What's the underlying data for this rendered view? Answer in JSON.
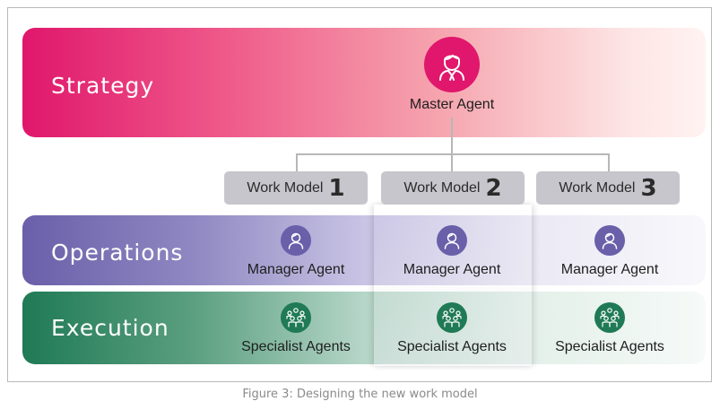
{
  "bands": {
    "strategy": "Strategy",
    "operations": "Operations",
    "execution": "Execution"
  },
  "master": {
    "label": "Master Agent",
    "icon": "person-icon"
  },
  "work_models": [
    {
      "label": "Work Model",
      "number": "1"
    },
    {
      "label": "Work Model",
      "number": "2"
    },
    {
      "label": "Work Model",
      "number": "3"
    }
  ],
  "managers": [
    {
      "label": "Manager Agent",
      "icon": "person-icon"
    },
    {
      "label": "Manager Agent",
      "icon": "person-icon"
    },
    {
      "label": "Manager Agent",
      "icon": "person-icon"
    }
  ],
  "specialists": [
    {
      "label": "Specialist Agents",
      "icon": "group-icon"
    },
    {
      "label": "Specialist Agents",
      "icon": "group-icon"
    },
    {
      "label": "Specialist Agents",
      "icon": "group-icon"
    }
  ],
  "caption": "Figure 3:  Designing the new work model",
  "colors": {
    "strategy": "#e0176c",
    "operations": "#6a5fa9",
    "execution": "#1f7a55",
    "work_model_box": "#c6c6cc"
  }
}
